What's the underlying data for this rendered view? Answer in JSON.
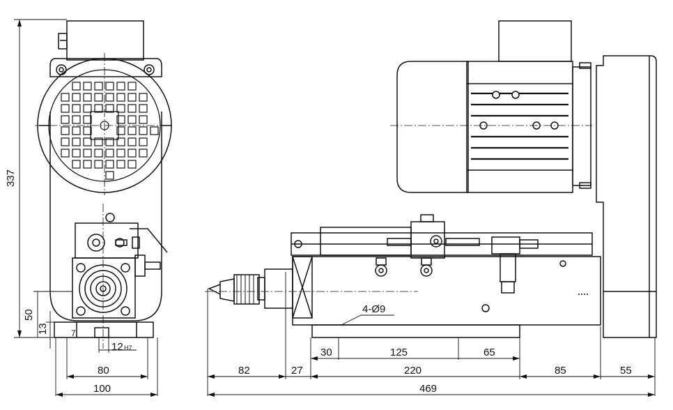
{
  "dimensions": {
    "height_total": "337",
    "height_50": "50",
    "height_13": "13",
    "small_7": "7",
    "fit_12": "12",
    "fit_h7": "H7",
    "front_80": "80",
    "front_100": "100",
    "side_82": "82",
    "side_27": "27",
    "side_30": "30",
    "side_125": "125",
    "side_65": "65",
    "side_220": "220",
    "side_85": "85",
    "side_55": "55",
    "side_469": "469",
    "holes": "4-Ø9"
  },
  "colors": {
    "line": "#111111",
    "background": "#ffffff"
  }
}
